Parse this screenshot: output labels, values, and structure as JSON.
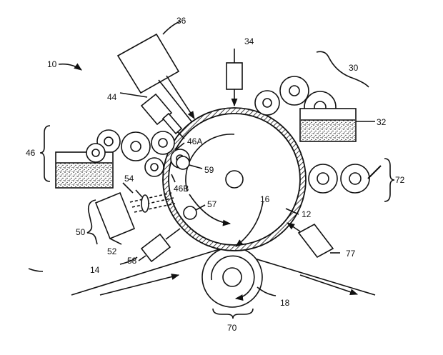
{
  "figure": {
    "labels": {
      "system": "10",
      "photoreceptor": "12",
      "media": "14",
      "nip": "16",
      "transfer_roller": "18",
      "developer_unit_right": "30",
      "toner_sump_right": "32",
      "charger": "34",
      "exposure_unit": "36",
      "module_44": "44",
      "developer_unit_left": "46",
      "roller_46a": "46A",
      "roller_46b": "46B",
      "module_50": "50",
      "module_52": "52",
      "beam_54": "54",
      "sensor_57": "57",
      "module_58": "58",
      "sensor_59": "59",
      "transfer_station": "70",
      "cleaning_unit": "72",
      "module_77": "77"
    },
    "colors": {
      "ink": "#111111",
      "paper": "#ffffff"
    }
  }
}
